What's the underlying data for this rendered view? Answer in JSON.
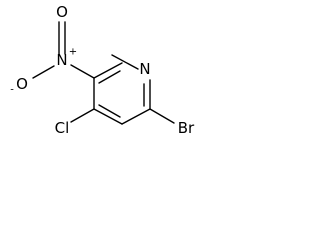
{
  "structure": {
    "atoms": {
      "ring_nitrogen": "N",
      "bromine": "Br",
      "chlorine": "Cl",
      "nitro_nitrogen": "N",
      "nitro_oxygen_top": "O",
      "nitro_oxygen_left": "O",
      "nitro_nitrogen_charge": "+",
      "nitro_oxygen_charge": "-"
    }
  }
}
